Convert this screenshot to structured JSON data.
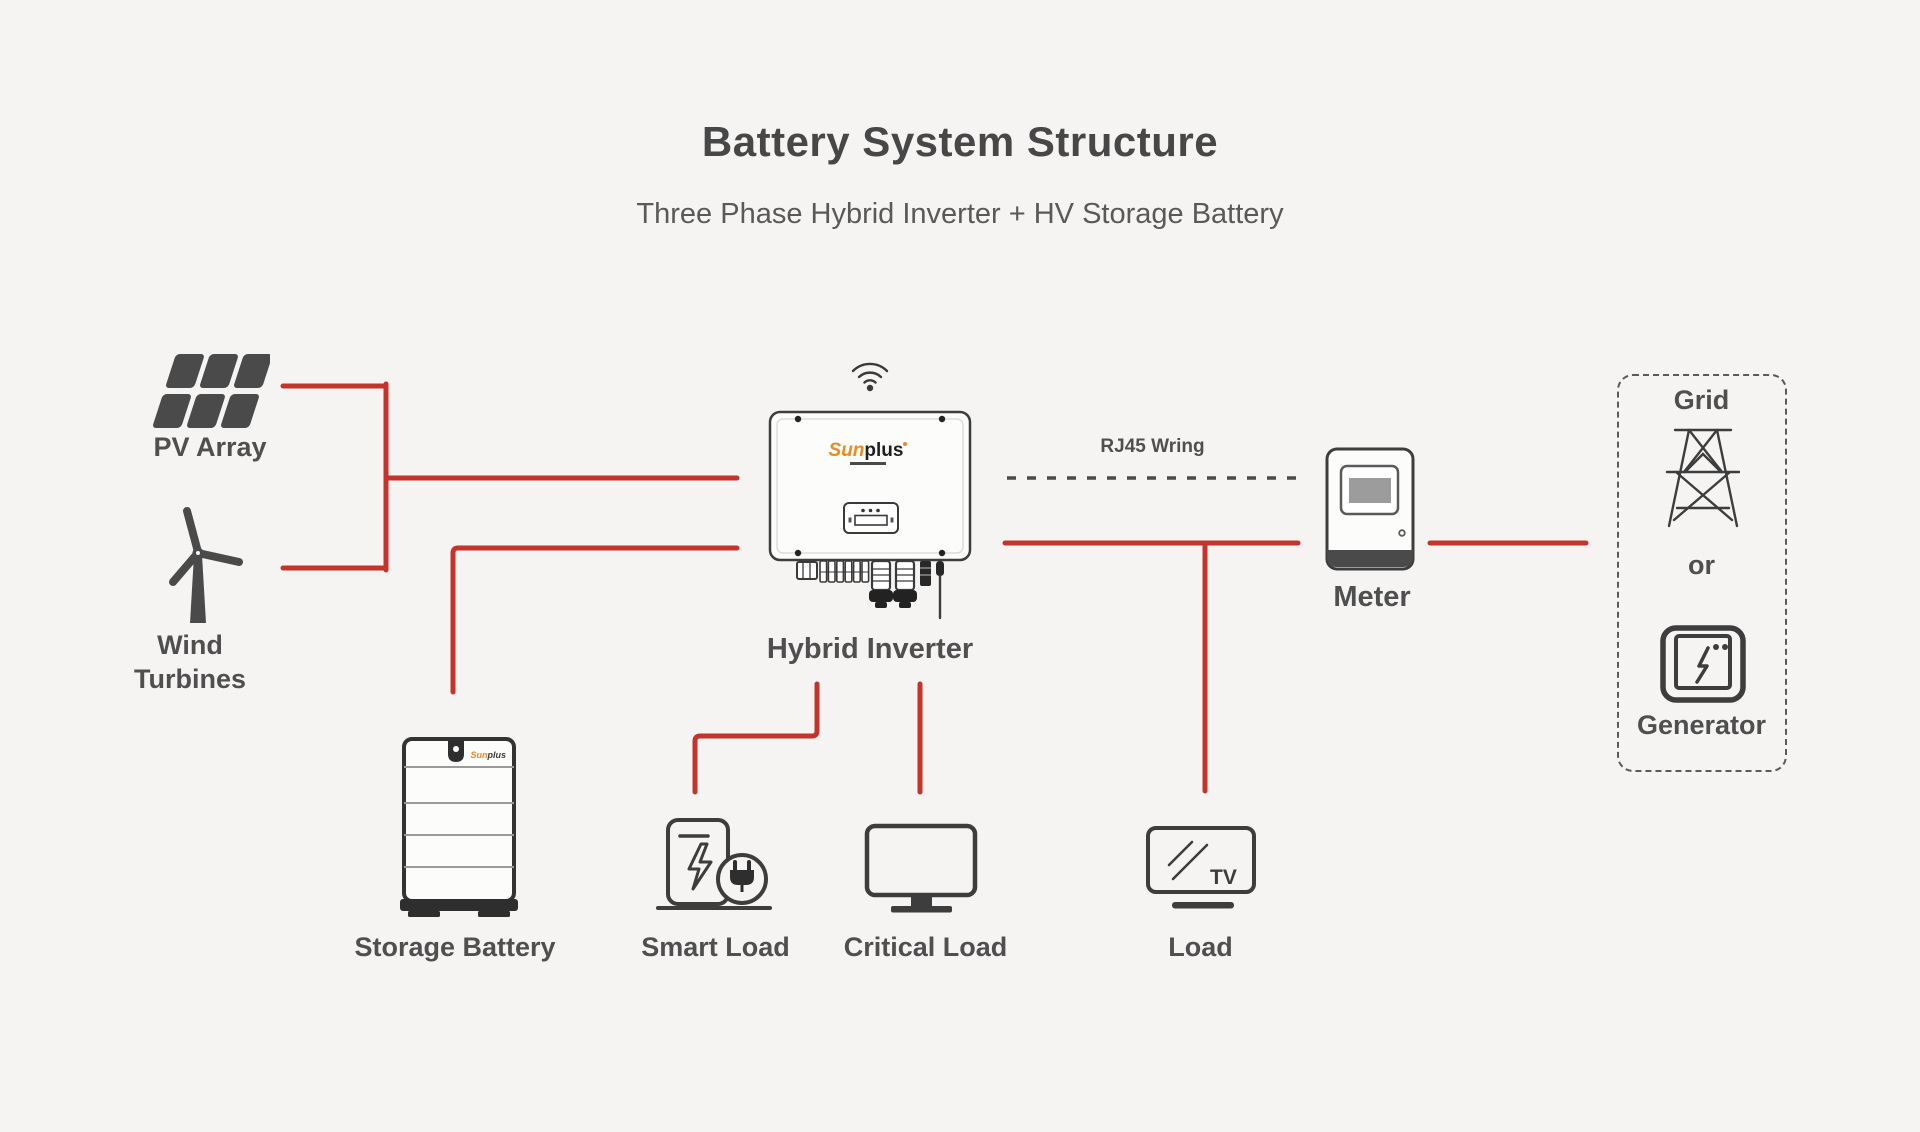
{
  "header": {
    "title": "Battery System Structure",
    "subtitle": "Three Phase Hybrid Inverter + HV Storage Battery"
  },
  "brand": {
    "sun": "Sun",
    "plus": "plus"
  },
  "nodes": {
    "pv_array": {
      "label": "PV Array"
    },
    "wind_turbines": {
      "label": "Wind Turbines"
    },
    "hybrid_inverter": {
      "label": "Hybrid Inverter"
    },
    "storage_battery": {
      "label": "Storage Battery"
    },
    "smart_load": {
      "label": "Smart Load"
    },
    "critical_load": {
      "label": "Critical Load"
    },
    "load": {
      "label": "Load",
      "icon_text": "TV"
    },
    "meter": {
      "label": "Meter"
    }
  },
  "grid_box": {
    "grid": "Grid",
    "or": "or",
    "generator": "Generator"
  },
  "annotations": {
    "rj45_label": "RJ45 Wring"
  },
  "colors": {
    "background": "#f5f4f2",
    "connector_red": "#c5342b",
    "dashed_gray": "#4a4a4a",
    "text_dark": "#4f4f4f",
    "icon_stroke": "#3d3d3d",
    "brand_orange": "#ee8a1e"
  }
}
